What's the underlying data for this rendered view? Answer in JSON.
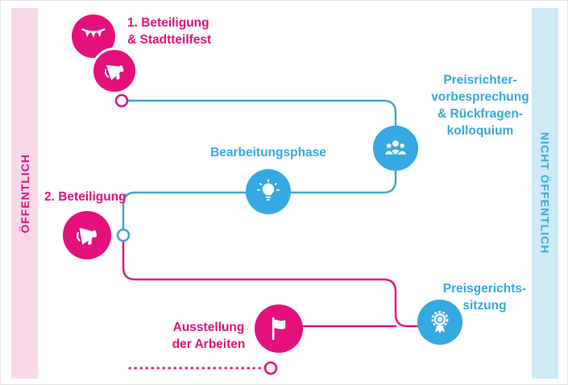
{
  "colors": {
    "pink": "#e4117c",
    "blue": "#35a9e1",
    "line_blue": "#43a3c9",
    "line_pink": "#e4117c",
    "pink_band": "#f9d9e9",
    "blue_band": "#cfeaf7"
  },
  "bands": {
    "left_label": "ÖFFENTLICH",
    "right_label": "NICHT ÖFFENTLICH"
  },
  "steps": {
    "beteiligung1": "1. Beteiligung\n& Stadtteilfest",
    "preisrichter": "Preisrichter-\nvorbesprechung\n& Rückfragen-\nkolloquium",
    "bearbeitungsphase": "Bearbeitungsphase",
    "beteiligung2": "2. Beteiligung",
    "preisgericht": "Preisgerichts-\nsitzung",
    "ausstellung": "Ausstellung\nder Arbeiten"
  },
  "icons": [
    "bunting-icon",
    "megaphone-icon",
    "jury-people-icon",
    "lightbulb-icon",
    "megaphone-icon",
    "award-medal-icon",
    "flag-icon"
  ]
}
